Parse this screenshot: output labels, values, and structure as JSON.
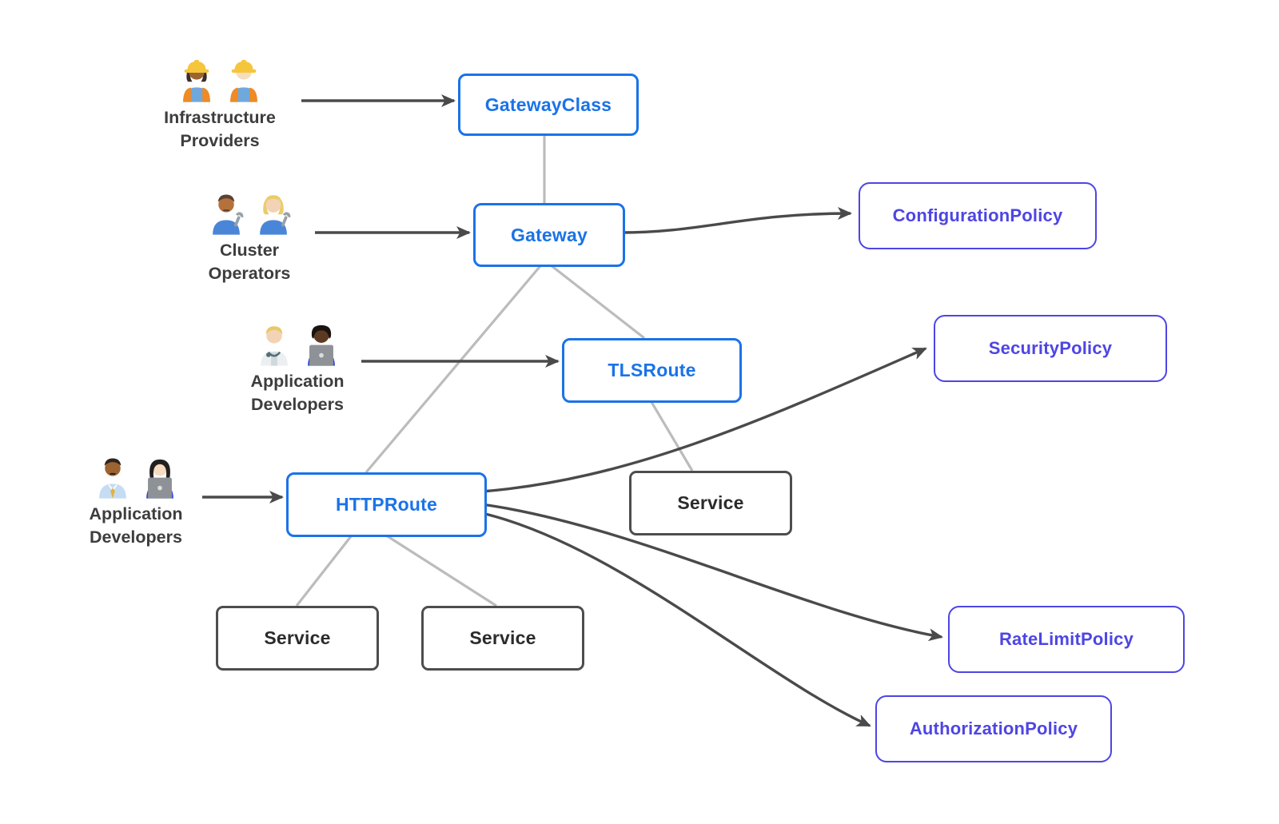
{
  "colors": {
    "resource_blue": "#1a73e8",
    "policy_purple": "#4e45e4",
    "service_border": "#4d4d4d",
    "service_text": "#2b2b2b",
    "connector_gray": "#bcbcbc",
    "arrow_dark": "#4a4a4a",
    "label_text": "#3d3d3d"
  },
  "nodes": {
    "gateway_class": {
      "label": "GatewayClass"
    },
    "gateway": {
      "label": "Gateway"
    },
    "tls_route": {
      "label": "TLSRoute"
    },
    "http_route": {
      "label": "HTTPRoute"
    },
    "service_mid": {
      "label": "Service"
    },
    "service_left": {
      "label": "Service"
    },
    "service_right": {
      "label": "Service"
    },
    "configuration_policy": {
      "label": "ConfigurationPolicy"
    },
    "security_policy": {
      "label": "SecurityPolicy"
    },
    "rate_limit_policy": {
      "label": "RateLimitPolicy"
    },
    "authorization_policy": {
      "label": "AuthorizationPolicy"
    }
  },
  "personas": [
    {
      "line1": "Infrastructure",
      "line2": "Providers",
      "icons": [
        "woman-construction-worker",
        "man-construction-worker"
      ]
    },
    {
      "line1": "Cluster",
      "line2": "Operators",
      "icons": [
        "man-mechanic",
        "woman-mechanic"
      ]
    },
    {
      "line1": "Application",
      "line2": "Developers",
      "icons": [
        "health-worker",
        "man-technologist"
      ]
    },
    {
      "line1": "Application",
      "line2": "Developers",
      "icons": [
        "office-worker",
        "woman-technologist"
      ]
    }
  ],
  "edges": [
    {
      "from": "Infrastructure Providers",
      "to": "GatewayClass",
      "style": "dark-arrow"
    },
    {
      "from": "Cluster Operators",
      "to": "Gateway",
      "style": "dark-arrow"
    },
    {
      "from": "Application Developers",
      "to": "TLSRoute",
      "style": "dark-arrow"
    },
    {
      "from": "Application Developers",
      "to": "HTTPRoute",
      "style": "dark-arrow"
    },
    {
      "from": "GatewayClass",
      "to": "Gateway",
      "style": "gray-line"
    },
    {
      "from": "Gateway",
      "to": "TLSRoute",
      "style": "gray-line"
    },
    {
      "from": "Gateway",
      "to": "HTTPRoute",
      "style": "gray-line"
    },
    {
      "from": "TLSRoute",
      "to": "Service",
      "style": "gray-line"
    },
    {
      "from": "HTTPRoute",
      "to": "Service (left)",
      "style": "gray-line"
    },
    {
      "from": "HTTPRoute",
      "to": "Service (right)",
      "style": "gray-line"
    },
    {
      "from": "Gateway",
      "to": "ConfigurationPolicy",
      "style": "dark-arrow-curved"
    },
    {
      "from": "HTTPRoute",
      "to": "SecurityPolicy",
      "style": "dark-arrow-curved"
    },
    {
      "from": "HTTPRoute",
      "to": "RateLimitPolicy",
      "style": "dark-arrow-curved"
    },
    {
      "from": "HTTPRoute",
      "to": "AuthorizationPolicy",
      "style": "dark-arrow-curved"
    }
  ]
}
